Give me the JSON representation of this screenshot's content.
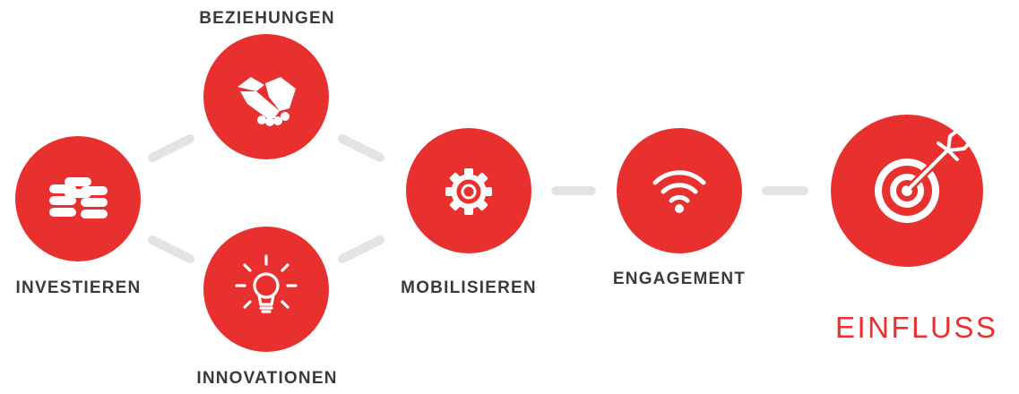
{
  "colors": {
    "accent": "#e8312f",
    "connector": "#e3e3e3",
    "label": "#3a3a3a",
    "icon": "#ffffff"
  },
  "nodes": [
    {
      "id": "investieren",
      "label": "INVESTIEREN",
      "icon": "coins-icon"
    },
    {
      "id": "beziehungen",
      "label": "BEZIEHUNGEN",
      "icon": "handshake-icon"
    },
    {
      "id": "innovationen",
      "label": "INNOVATIONEN",
      "icon": "lightbulb-icon"
    },
    {
      "id": "mobilisieren",
      "label": "MOBILISIEREN",
      "icon": "gear-icon"
    },
    {
      "id": "engagement",
      "label": "ENGAGEMENT",
      "icon": "wifi-icon"
    },
    {
      "id": "einfluss",
      "label": "EINFLUSS",
      "icon": "target-icon"
    }
  ]
}
